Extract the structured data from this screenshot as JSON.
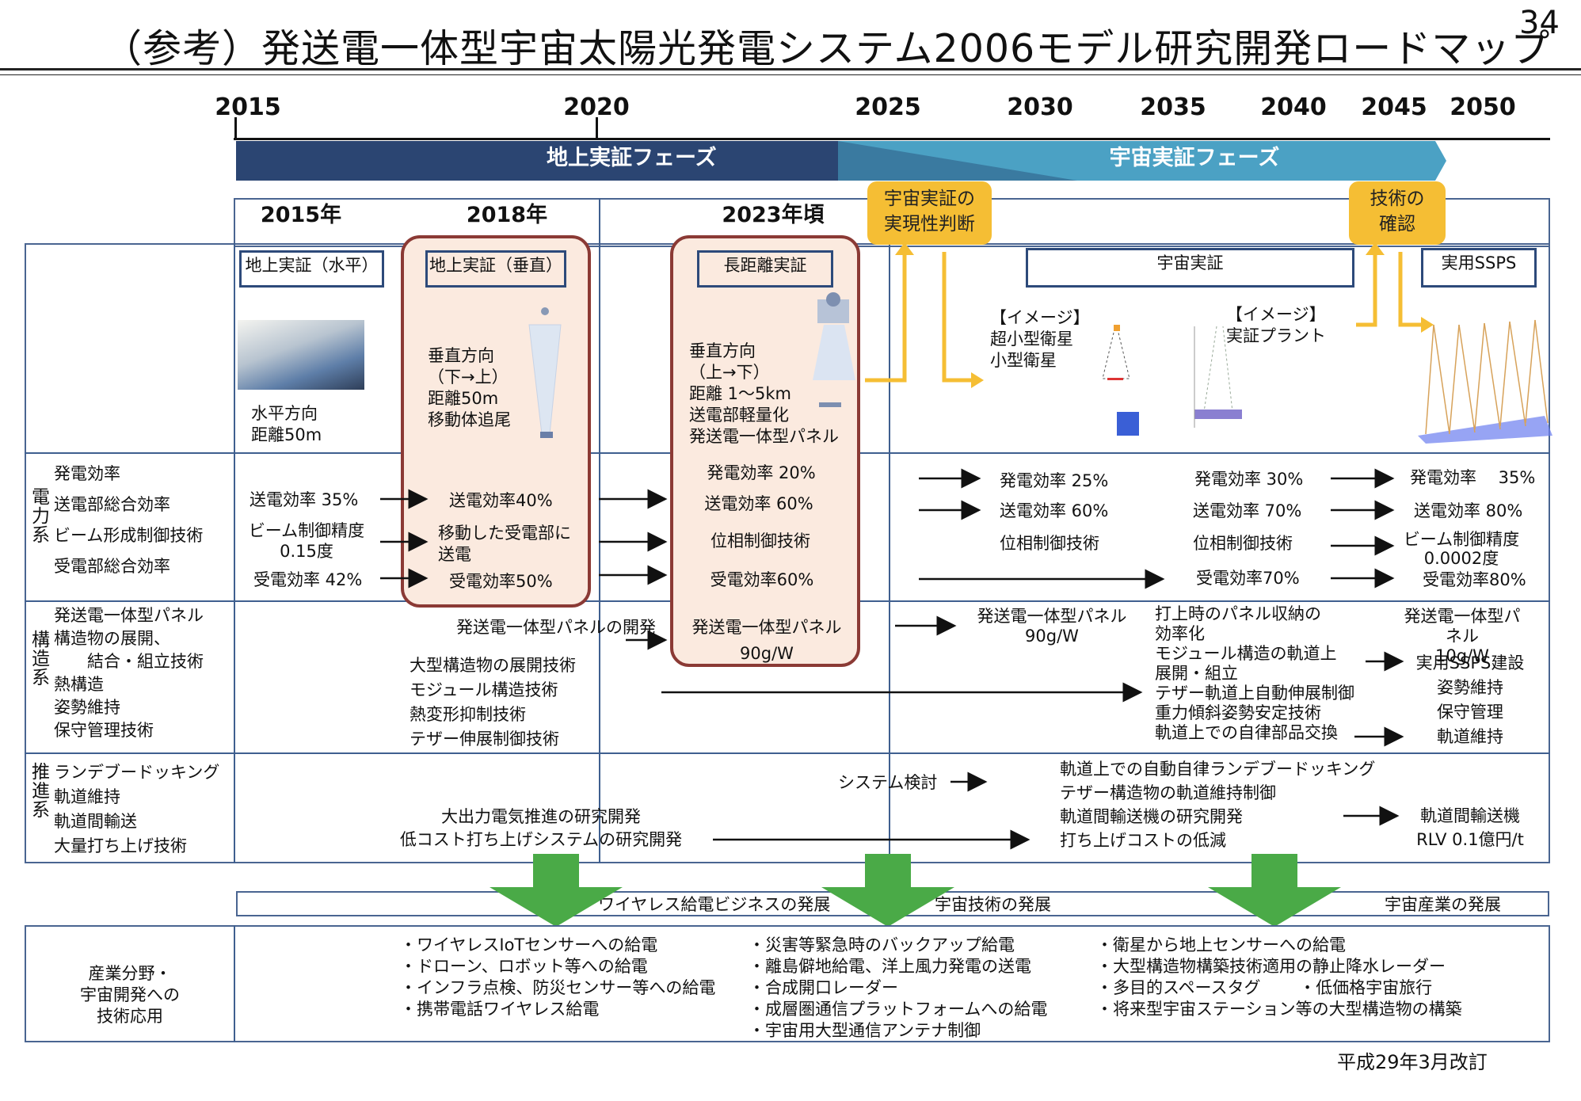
{
  "page_title": "（参考）発送電一体型宇宙太陽光発電システム2006モデル研究開発ロードマップ",
  "page_number": "34",
  "timeline": {
    "years": [
      "2015",
      "2020",
      "2025",
      "2030",
      "2035",
      "2040",
      "2045",
      "2050"
    ]
  },
  "phases": {
    "ground": "地上実証フェーズ",
    "space": "宇宙実証フェーズ"
  },
  "milestones": {
    "y2015": "2015年",
    "y2018": "2018年",
    "y2023": "2023年頃"
  },
  "decisions": {
    "feasibility": "宇宙実証の\n実現性判断",
    "tech_confirm": "技術の\n確認"
  },
  "stage_boxes": {
    "horizontal": "地上実証（水平）",
    "vertical": "地上実証（垂直）",
    "long_distance": "長距離実証",
    "space_demo": "宇宙実証",
    "practical": "実用SSPS"
  },
  "demo_notes": {
    "horizontal": "水平方向\n距離50m",
    "vertical": "垂直方向\n（下→上）\n距離50m\n移動体追尾",
    "long_distance": "垂直方向\n（上→下）\n距離 1〜5km\n送電部軽量化\n発送電一体型パネル",
    "image1": "【イメージ】\n超小型衛星\n小型衛星",
    "image2": "【イメージ】\n実証プラント"
  },
  "categories": {
    "power": {
      "name": "電\n力\n系",
      "items": "発電効率\n送電部総合効率\nビーム形成制御技術\n受電部総合効率"
    },
    "structure": {
      "name": "構\n造\n系",
      "items": "発送電一体型パネル\n構造物の展開、\n　　結合・組立技術\n熱構造\n姿勢維持\n保守管理技術"
    },
    "propulsion": {
      "name": "推\n進\n系",
      "items": "ランデブードッキング\n軌道維持\n軌道間輸送\n大量打ち上げ技術"
    }
  },
  "power_row": {
    "c2015a": "送電効率 35%",
    "c2015b": "ビーム制御精度\n0.15度",
    "c2015c": "受電効率 42%",
    "c2018a": "送電効率40%",
    "c2018b": "移動した受電部に\n送電",
    "c2018c": "受電効率50%",
    "c2023a": "発電効率 20%",
    "c2023b": "送電効率 60%",
    "c2023c": "位相制御技術",
    "c2023d": "受電効率60%",
    "s1a": "発電効率 25%",
    "s1b": "送電効率 60%",
    "s1c": "位相制御技術",
    "s2a": "発電効率 30%",
    "s2b": "送電効率 70%",
    "s2c": "位相制御技術",
    "s2d": "受電効率70%",
    "s3a": "発電効率　 35%",
    "s3b": "送電効率 80%",
    "s3c": "ビーム制御精度\n0.0002度",
    "s3d": "受電効率80%"
  },
  "structure_row": {
    "panel_dev": "発送電一体型パネルの開発",
    "techs": "大型構造物の展開技術\nモジュール構造技術\n熱変形抑制技術\nテザー伸展制御技術",
    "panel2023": "発送電一体型パネル\n90g/W",
    "panel_space": "発送電一体型パネル\n90g/W",
    "space_items": "打上時のパネル収納の\n効率化\nモジュール構造の軌道上\n展開・組立\nテザー軌道上自動伸展制御\n重力傾斜姿勢安定技術\n軌道上での自律部品交換",
    "final": "発送電一体型パネル\n10g/W",
    "final_items": "実用SSPS建設\n姿勢維持\n保守管理\n軌道維持"
  },
  "propulsion_row": {
    "ground": "大出力電気推進の研究開発\n低コスト打ち上げシステムの研究開発",
    "system_study": "システム検討",
    "space_items": "軌道上での自動自律ランデブードッキング\nテザー構造物の軌道維持制御\n軌道間輸送機の研究開発\n打ち上げコストの低減",
    "final": "軌道間輸送機\nRLV 0.1億円/t"
  },
  "business": {
    "wireless": "ワイヤレス給電ビジネスの発展",
    "space_tech": "宇宙技術の発展",
    "space_industry": "宇宙産業の発展"
  },
  "applications": {
    "label": "産業分野・\n宇宙開発への\n技術応用",
    "col1": "・ワイヤレスIoTセンサーへの給電\n・ドローン、ロボット等への給電\n・インフラ点検、防災センサー等への給電\n・携帯電話ワイヤレス給電",
    "col2": "・災害等緊急時のバックアップ給電\n・離島僻地給電、洋上風力発電の送電\n・合成開口レーダー\n・成層圏通信プラットフォームへの給電\n・宇宙用大型通信アンテナ制御",
    "col3": "・衛星から地上センサーへの給電\n・大型構造物構築技術適用の静止降水レーダー\n・多目的スペースタグ　　 ・低価格宇宙旅行\n・将来型宇宙ステーション等の大型構造物の構築"
  },
  "revision": "平成29年3月改訂",
  "colors": {
    "ground_phase": "#2b4572",
    "space_phase": "#4ba1c4",
    "decision": "#f5be34",
    "arrow_green": "#4aaa47",
    "highlight_border": "#8b3a35",
    "highlight_fill": "#fbeadf"
  }
}
